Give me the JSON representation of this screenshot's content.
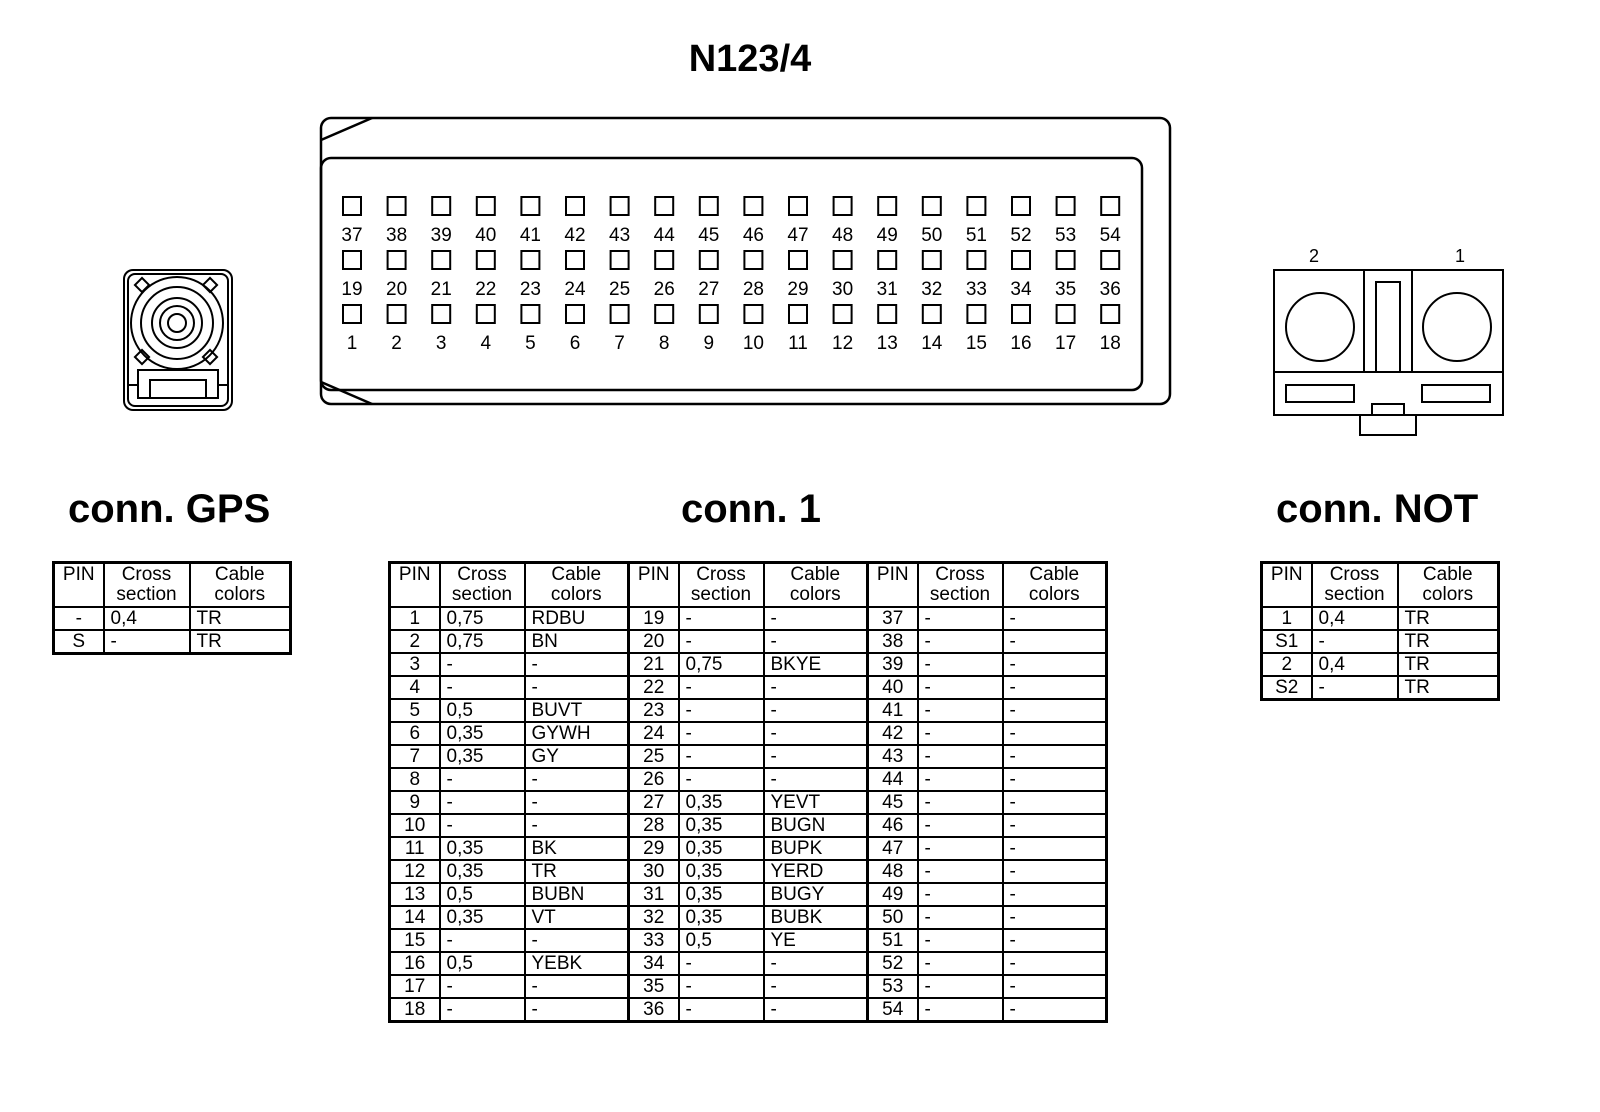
{
  "title": "N123/4",
  "connectors": {
    "gps": {
      "title": "conn. GPS",
      "headers": [
        "PIN",
        "Cross section",
        "Cable colors"
      ],
      "rows": [
        [
          "-",
          "0,4",
          "TR"
        ],
        [
          "S",
          "-",
          "TR"
        ]
      ]
    },
    "conn1": {
      "title": "conn. 1",
      "headers": [
        "PIN",
        "Cross section",
        "Cable colors",
        "PIN",
        "Cross section",
        "Cable colors",
        "PIN",
        "Cross section",
        "Cable colors"
      ],
      "rows": [
        [
          "1",
          "0,75",
          "RDBU",
          "19",
          "-",
          "-",
          "37",
          "-",
          "-"
        ],
        [
          "2",
          "0,75",
          "BN",
          "20",
          "-",
          "-",
          "38",
          "-",
          "-"
        ],
        [
          "3",
          "-",
          "-",
          "21",
          "0,75",
          "BKYE",
          "39",
          "-",
          "-"
        ],
        [
          "4",
          "-",
          "-",
          "22",
          "-",
          "-",
          "40",
          "-",
          "-"
        ],
        [
          "5",
          "0,5",
          "BUVT",
          "23",
          "-",
          "-",
          "41",
          "-",
          "-"
        ],
        [
          "6",
          "0,35",
          "GYWH",
          "24",
          "-",
          "-",
          "42",
          "-",
          "-"
        ],
        [
          "7",
          "0,35",
          "GY",
          "25",
          "-",
          "-",
          "43",
          "-",
          "-"
        ],
        [
          "8",
          "-",
          "-",
          "26",
          "-",
          "-",
          "44",
          "-",
          "-"
        ],
        [
          "9",
          "-",
          "-",
          "27",
          "0,35",
          "YEVT",
          "45",
          "-",
          "-"
        ],
        [
          "10",
          "-",
          "-",
          "28",
          "0,35",
          "BUGN",
          "46",
          "-",
          "-"
        ],
        [
          "11",
          "0,35",
          "BK",
          "29",
          "0,35",
          "BUPK",
          "47",
          "-",
          "-"
        ],
        [
          "12",
          "0,35",
          "TR",
          "30",
          "0,35",
          "YERD",
          "48",
          "-",
          "-"
        ],
        [
          "13",
          "0,5",
          "BUBN",
          "31",
          "0,35",
          "BUGY",
          "49",
          "-",
          "-"
        ],
        [
          "14",
          "0,35",
          "VT",
          "32",
          "0,35",
          "BUBK",
          "50",
          "-",
          "-"
        ],
        [
          "15",
          "-",
          "-",
          "33",
          "0,5",
          "YE",
          "51",
          "-",
          "-"
        ],
        [
          "16",
          "0,5",
          "YEBK",
          "34",
          "-",
          "-",
          "52",
          "-",
          "-"
        ],
        [
          "17",
          "-",
          "-",
          "35",
          "-",
          "-",
          "53",
          "-",
          "-"
        ],
        [
          "18",
          "-",
          "-",
          "36",
          "-",
          "-",
          "54",
          "-",
          "-"
        ]
      ]
    },
    "not": {
      "title": "conn. NOT",
      "headers": [
        "PIN",
        "Cross section",
        "Cable colors"
      ],
      "rows": [
        [
          "1",
          "0,4",
          "TR"
        ],
        [
          "S1",
          "-",
          "TR"
        ],
        [
          "2",
          "0,4",
          "TR"
        ],
        [
          "S2",
          "-",
          "TR"
        ]
      ]
    }
  },
  "main_connector": {
    "rows": [
      [
        "37",
        "38",
        "39",
        "40",
        "41",
        "42",
        "43",
        "44",
        "45",
        "46",
        "47",
        "48",
        "49",
        "50",
        "51",
        "52",
        "53",
        "54"
      ],
      [
        "19",
        "20",
        "21",
        "22",
        "23",
        "24",
        "25",
        "26",
        "27",
        "28",
        "29",
        "30",
        "31",
        "32",
        "33",
        "34",
        "35",
        "36"
      ],
      [
        "1",
        "2",
        "3",
        "4",
        "5",
        "6",
        "7",
        "8",
        "9",
        "10",
        "11",
        "12",
        "13",
        "14",
        "15",
        "16",
        "17",
        "18"
      ]
    ]
  },
  "not_connector": {
    "pin_labels": [
      "2",
      "1"
    ]
  }
}
